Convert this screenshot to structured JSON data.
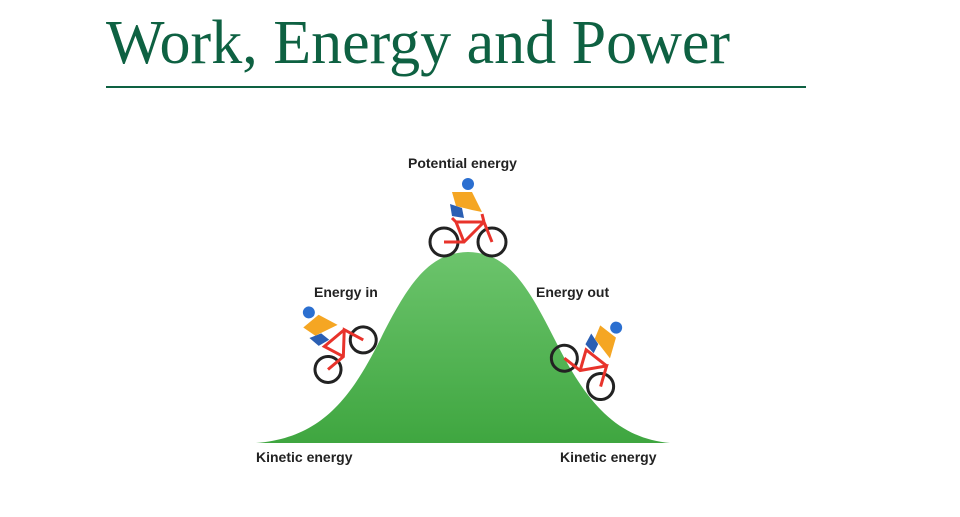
{
  "slide": {
    "title": "Work, Energy and Power",
    "accent_color": "#0e6142"
  },
  "figure": {
    "hill_color": "#4cae4c",
    "labels": {
      "top": "Potential energy",
      "left_slope": "Energy in",
      "right_slope": "Energy out",
      "bottom_left": "Kinetic energy",
      "bottom_right": "Kinetic energy"
    },
    "cyclists": [
      {
        "position": "top",
        "action": "riding-flat"
      },
      {
        "position": "left-slope",
        "action": "climbing"
      },
      {
        "position": "right-slope",
        "action": "descending"
      }
    ]
  }
}
